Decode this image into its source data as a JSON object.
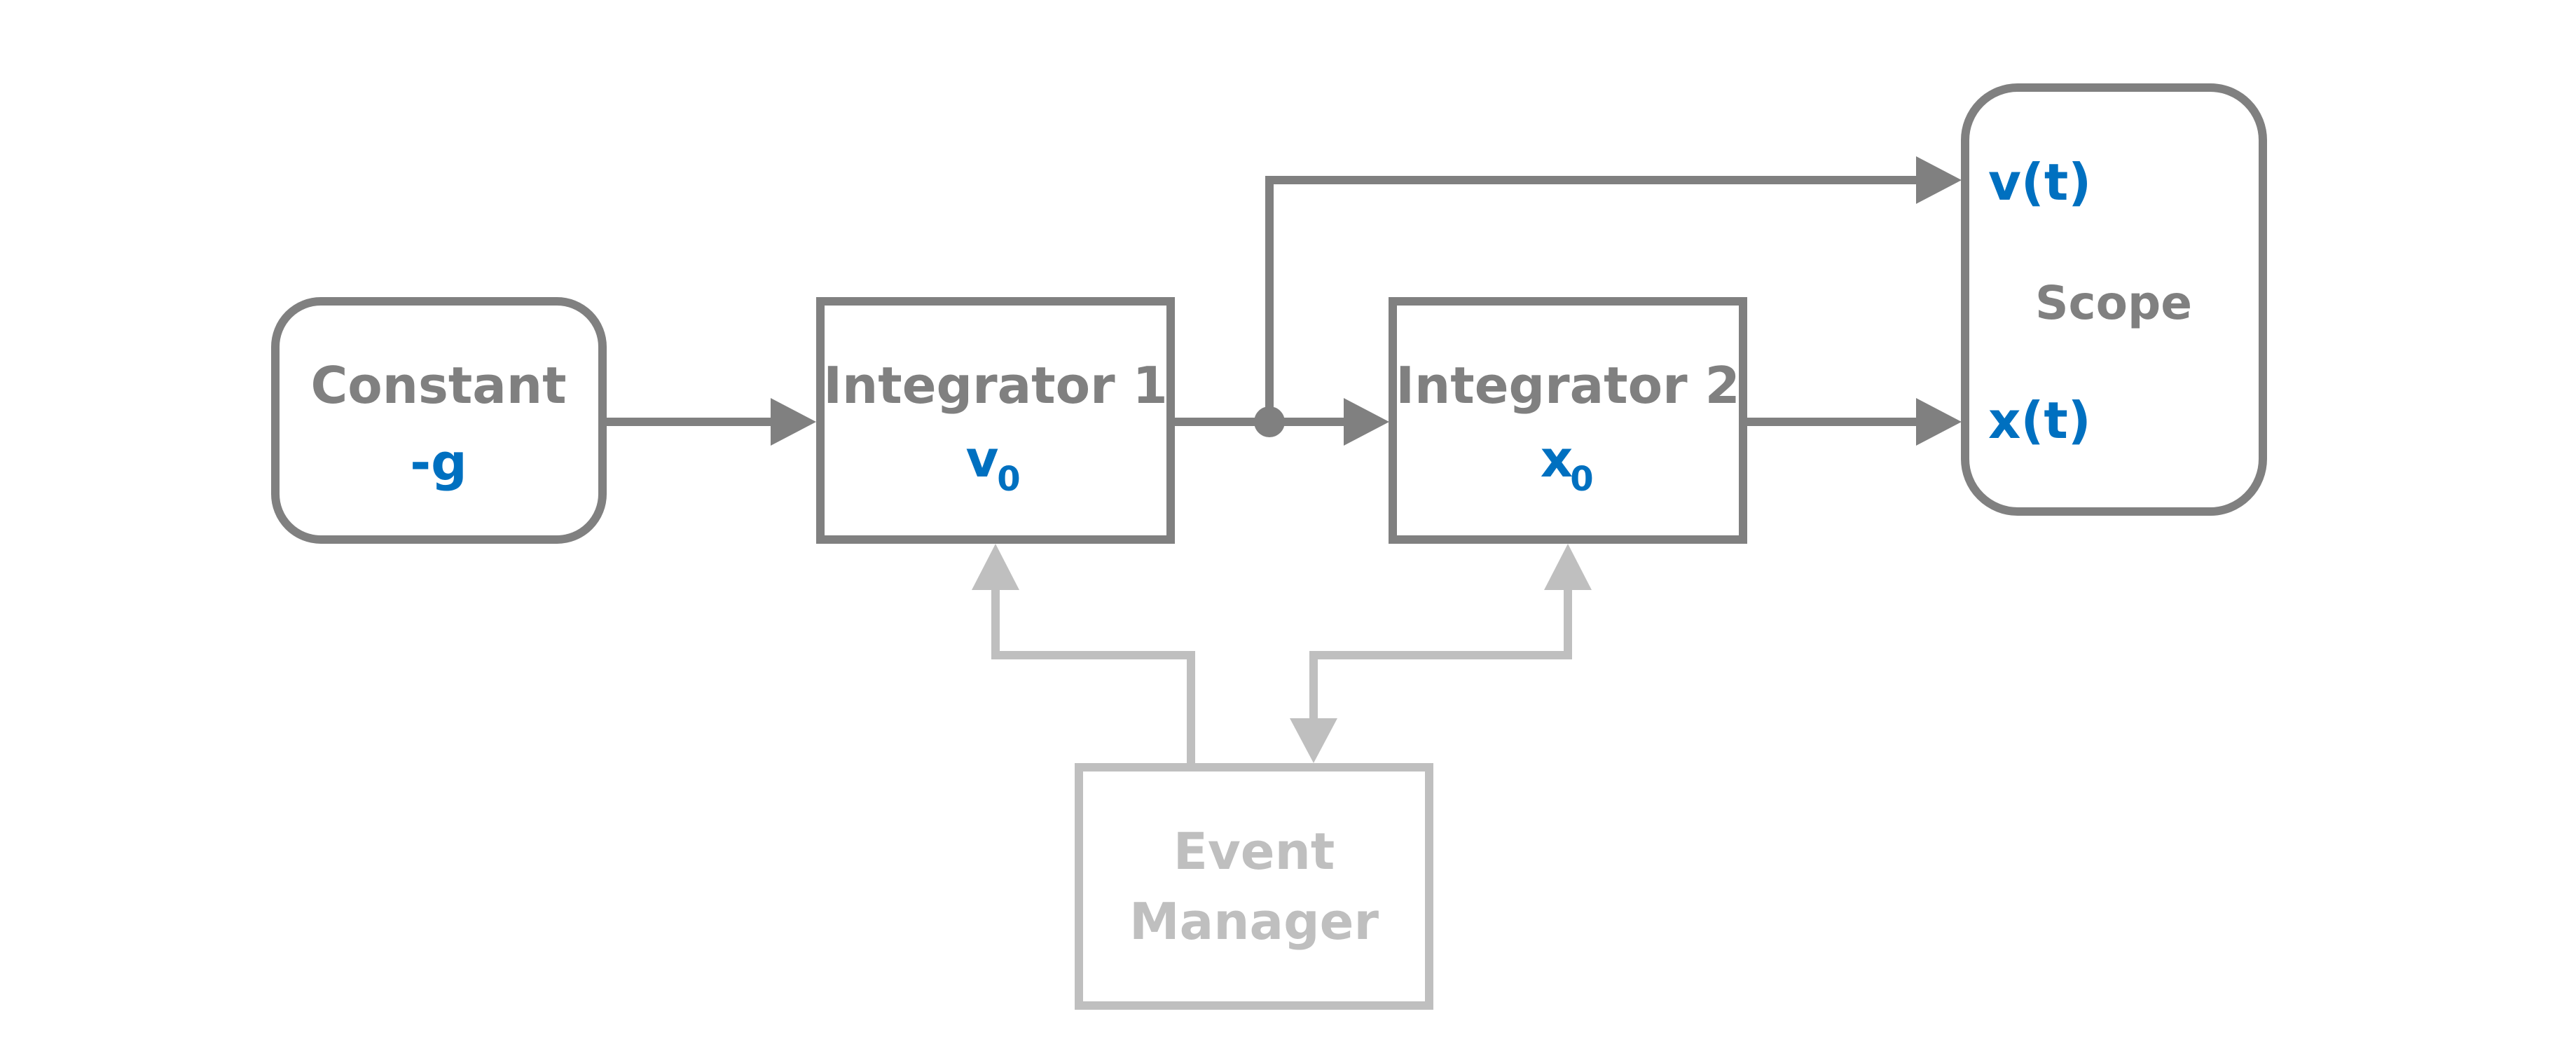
{
  "colors": {
    "block_border": "#808080",
    "event_border": "#bfbfbf",
    "label_blue": "#0070C0",
    "background": "#ffffff"
  },
  "blocks": {
    "constant": {
      "title": "Constant",
      "param": "-g"
    },
    "integrator1": {
      "title": "Integrator 1",
      "param": "v",
      "param_sub": "0"
    },
    "integrator2": {
      "title": "Integrator 2",
      "param": "x",
      "param_sub": "0"
    },
    "scope": {
      "title": "Scope",
      "port_v": "v(t)",
      "port_x": "x(t)"
    },
    "event_manager": {
      "title_line1": "Event",
      "title_line2": "Manager"
    }
  }
}
